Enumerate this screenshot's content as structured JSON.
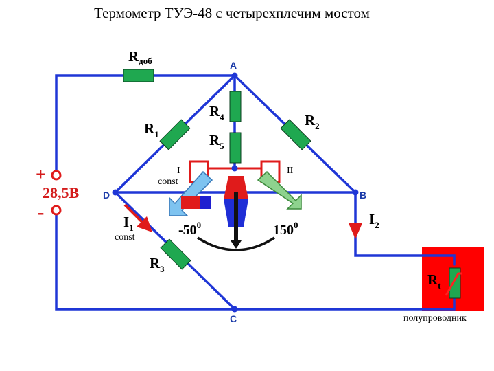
{
  "title": "Термометр ТУЭ-48 с четырехплечим мостом",
  "nodes": {
    "a": "A",
    "b": "B",
    "c": "C",
    "d": "D"
  },
  "resistors": {
    "radd": {
      "main": "R",
      "sub": "доб"
    },
    "r1": {
      "main": "R",
      "sub": "1"
    },
    "r2": {
      "main": "R",
      "sub": "2"
    },
    "r3": {
      "main": "R",
      "sub": "3"
    },
    "r4": {
      "main": "R",
      "sub": "4"
    },
    "r5": {
      "main": "R",
      "sub": "5"
    },
    "rt": {
      "main": "R",
      "sub": "t"
    }
  },
  "supply": {
    "plus": "+",
    "minus": "-",
    "voltage": "28,5В"
  },
  "currents": {
    "i1": {
      "main": "I",
      "sub": "1"
    },
    "i2": {
      "main": "I",
      "sub": "2"
    },
    "i1_note": "const"
  },
  "coils": {
    "left": "I",
    "left_note": "const",
    "right": "II"
  },
  "scale": {
    "min": {
      "value": "-50",
      "sup": "0"
    },
    "max": {
      "value": "150",
      "sup": "0"
    }
  },
  "sensor_label": "полупроводник",
  "colors": {
    "wire": "#1f36d6",
    "resistor": "#1fa850",
    "red": "#e01b1b",
    "coil_left": "#7ec3f0",
    "coil_right": "#8ed28e",
    "node": "#1f36d6"
  }
}
